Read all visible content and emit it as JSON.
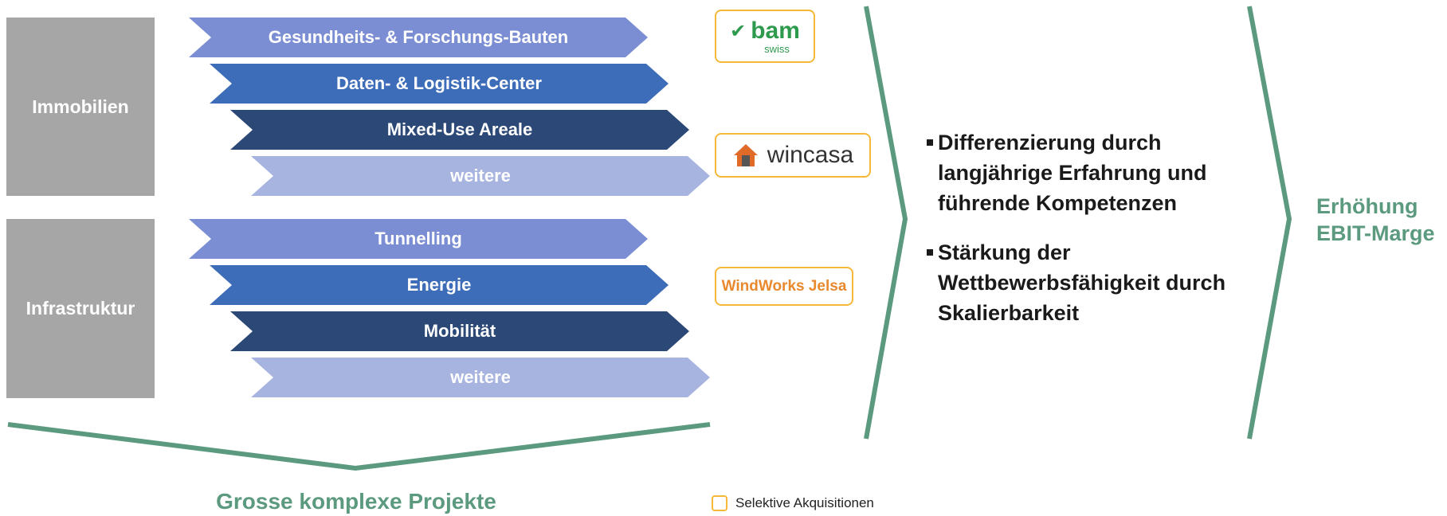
{
  "categories": [
    {
      "label": "Immobilien",
      "items": [
        "Gesundheits- & Forschungs-Bauten",
        "Daten- & Logistik-Center",
        "Mixed-Use Areale",
        "weitere"
      ]
    },
    {
      "label": "Infrastruktur",
      "items": [
        "Tunnelling",
        "Energie",
        "Mobilität",
        "weitere"
      ]
    }
  ],
  "logos": {
    "bam": {
      "name": "bam",
      "sub": "swiss"
    },
    "wincasa": {
      "name": "wincasa"
    },
    "windworks": {
      "name": "WindWorks Jelsa"
    }
  },
  "bottom_label": "Grosse komplexe Projekte",
  "bullets": [
    "Differenzierung durch langjährige Erfahrung und führende Kompetenzen",
    "Stärkung der Wettbewerbsfähigkeit durch Skalierbarkeit"
  ],
  "result": {
    "line1": "Erhöhung",
    "line2": "EBIT-Marge"
  },
  "legend": {
    "label": "Selektive Akquisitionen"
  },
  "colors": {
    "green": "#5b9a7f",
    "gold": "#f5b838",
    "gray": "#a6a6a6"
  }
}
